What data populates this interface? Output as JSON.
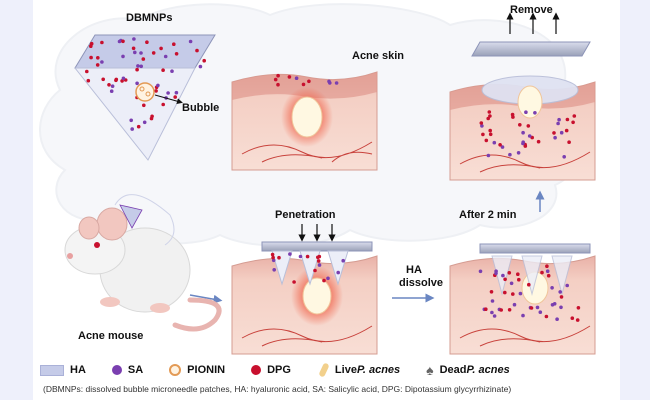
{
  "labels": {
    "dbmnps": "DBMNPs",
    "bubble": "Bubble",
    "acne_skin": "Acne skin",
    "remove": "Remove",
    "penetration": "Penetration",
    "after_2min": "After 2 min",
    "ha_dissolve_1": "HA",
    "ha_dissolve_2": "dissolve",
    "acne_mouse": "Acne mouse"
  },
  "legend": [
    {
      "key": "ha",
      "label": "HA"
    },
    {
      "key": "sa",
      "label": "SA"
    },
    {
      "key": "pionin",
      "label": "PIONIN"
    },
    {
      "key": "dpg",
      "label": "DPG"
    },
    {
      "key": "live",
      "prefix": "Live ",
      "italic": "P. acnes"
    },
    {
      "key": "dead",
      "prefix": "Dead ",
      "italic": "P. acnes"
    }
  ],
  "footnote": "(DBMNPs: dissolved bubble microneedle patches, HA: hyaluronic acid, SA: Salicylic acid, DPG: Dipotassium glycyrrhizinate)",
  "colors": {
    "background": "#eef0fb",
    "cloud": "#f7f8fb",
    "skin_top": "#e7a8a0",
    "skin_body": "#f6d6cc",
    "ha_patch": "#c5cbe8",
    "sa": "#7a3fb0",
    "dpg": "#c8102e",
    "pionin": "#e39a55",
    "bacteria_live": "#f2d08c",
    "bacteria_dead": "#666666",
    "inflammation": "#f0553a",
    "arrow": "#6a86c2",
    "vessel": "#c8423c"
  }
}
